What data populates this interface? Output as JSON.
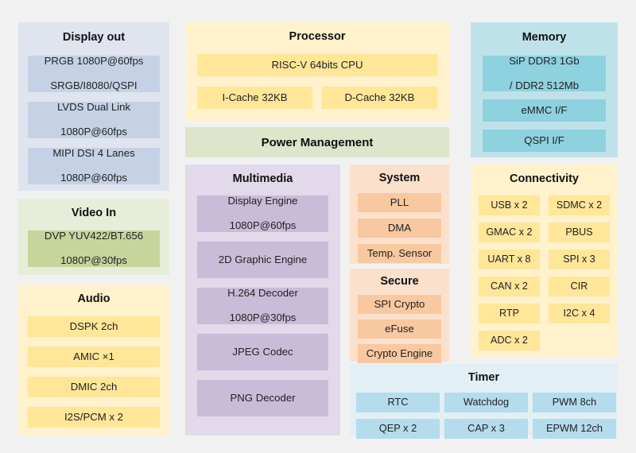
{
  "diagram": {
    "sections": {
      "display_out": {
        "title": "Display out",
        "items": [
          {
            "line1": "PRGB 1080P@60fps",
            "line2": "SRGB/I8080/QSPI"
          },
          {
            "line1": "LVDS Dual Link",
            "line2": "1080P@60fps"
          },
          {
            "line1": "MIPI DSI 4 Lanes",
            "line2": "1080P@60fps"
          }
        ]
      },
      "video_in": {
        "title": "Video In",
        "items": [
          {
            "line1": "DVP YUV422/BT.656",
            "line2": "1080P@30fps"
          }
        ]
      },
      "audio": {
        "title": "Audio",
        "items": [
          {
            "line1": "DSPK 2ch"
          },
          {
            "line1": "AMIC ×1"
          },
          {
            "line1": "DMIC 2ch"
          },
          {
            "line1": "I2S/PCM x 2"
          }
        ]
      },
      "processor": {
        "title": "Processor",
        "cpu": "RISC-V 64bits CPU",
        "icache": "I-Cache 32KB",
        "dcache": "D-Cache 32KB"
      },
      "power_management": {
        "title": "Power Management"
      },
      "multimedia": {
        "title": "Multimedia",
        "items": [
          {
            "line1": "Display Engine",
            "line2": "1080P@60fps"
          },
          {
            "line1": "2D Graphic Engine"
          },
          {
            "line1": "H.264 Decoder",
            "line2": "1080P@30fps"
          },
          {
            "line1": "JPEG Codec"
          },
          {
            "line1": "PNG Decoder"
          }
        ]
      },
      "system": {
        "title": "System",
        "items": [
          {
            "line1": "PLL"
          },
          {
            "line1": "DMA"
          },
          {
            "line1": "Temp. Sensor"
          }
        ]
      },
      "secure": {
        "title": "Secure",
        "items": [
          {
            "line1": "SPI Crypto"
          },
          {
            "line1": "eFuse"
          },
          {
            "line1": "Crypto Engine"
          }
        ]
      },
      "memory": {
        "title": "Memory",
        "items": [
          {
            "line1": "SiP DDR3 1Gb",
            "line2": "/ DDR2 512Mb"
          },
          {
            "line1": "eMMC I/F"
          },
          {
            "line1": "QSPI  I/F"
          }
        ]
      },
      "connectivity": {
        "title": "Connectivity",
        "items": [
          {
            "line1": "USB x 2"
          },
          {
            "line1": "SDMC x 2"
          },
          {
            "line1": "GMAC x 2"
          },
          {
            "line1": "PBUS"
          },
          {
            "line1": "UART x 8"
          },
          {
            "line1": "SPI x 3"
          },
          {
            "line1": "CAN x 2"
          },
          {
            "line1": "CIR"
          },
          {
            "line1": "RTP"
          },
          {
            "line1": "I2C x 4"
          },
          {
            "line1": "ADC x 2"
          },
          {
            "line1": ""
          }
        ]
      },
      "timer": {
        "title": "Timer",
        "items": [
          {
            "line1": "RTC"
          },
          {
            "line1": "Watchdog"
          },
          {
            "line1": "PWM 8ch"
          },
          {
            "line1": "QEP x 2"
          },
          {
            "line1": "CAP x 3"
          },
          {
            "line1": "EPWM 12ch"
          }
        ]
      }
    },
    "colors": {
      "background": "#f1f1f1",
      "display_panel": "#e0e4ef",
      "display_cell": "#c5d2e6",
      "video_panel": "#e6eeda",
      "video_cell": "#c6d59c",
      "audio_panel": "#fff2cc",
      "audio_cell": "#ffe699",
      "processor_panel": "#fff2cc",
      "processor_cell": "#ffe699",
      "power_panel": "#dde5cb",
      "multimedia_panel": "#e2d9ea",
      "multimedia_cell": "#c9bcd8",
      "system_panel": "#fbe0cc",
      "system_cell": "#f8c8a0",
      "memory_panel": "#bfe2ea",
      "memory_cell": "#8ed1df",
      "timer_panel": "#e2eff4",
      "timer_cell": "#b4dcec"
    }
  }
}
